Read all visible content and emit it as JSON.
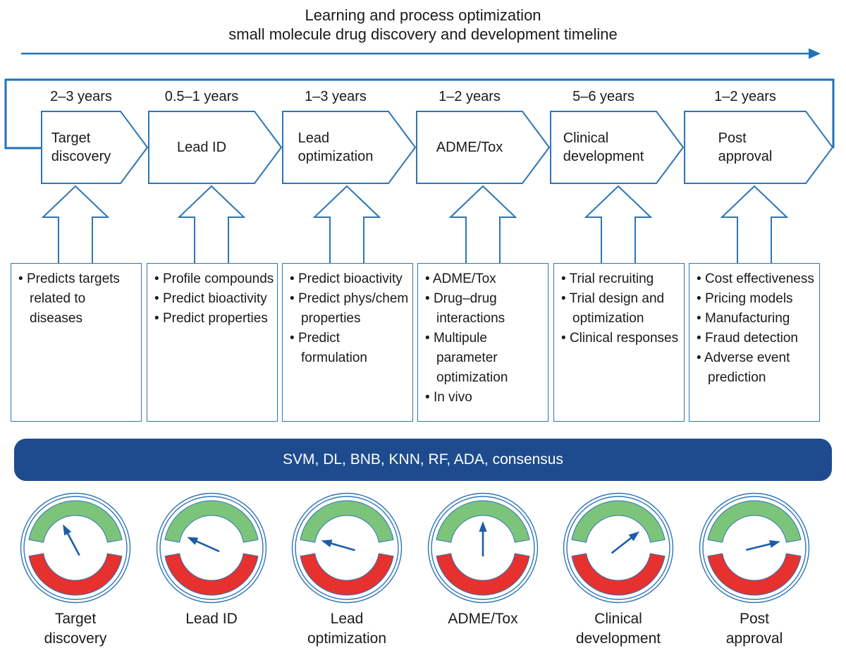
{
  "title": {
    "line1": "Learning and process optimization",
    "line2": "small molecule drug discovery and development timeline"
  },
  "stages": [
    {
      "duration": "2–3 years",
      "name": "Target\ndiscovery",
      "bullets": [
        "Predicts targets related to diseases"
      ],
      "needle_angle_deg": 118
    },
    {
      "duration": "0.5–1 years",
      "name": "Lead ID",
      "bullets": [
        "Profile compounds",
        "Predict bioactivity",
        "Predict properties"
      ],
      "needle_angle_deg": 156
    },
    {
      "duration": "1–3 years",
      "name": "Lead\noptimization",
      "bullets": [
        "Predict bioactivity",
        "Predict phys/chem properties",
        "Predict formulation"
      ],
      "needle_angle_deg": 164
    },
    {
      "duration": "1–2 years",
      "name": "ADME/Tox",
      "bullets": [
        "ADME/Tox",
        "Drug–drug interactions",
        "Multipule parameter optimization",
        "In vivo"
      ],
      "needle_angle_deg": 90
    },
    {
      "duration": "5–6 years",
      "name": "Clinical\ndevelopment",
      "bullets": [
        "Trial recruiting",
        "Trial design and optimization",
        "Clinical responses"
      ],
      "needle_angle_deg": 38
    },
    {
      "duration": "1–2 years",
      "name": "Post\napproval",
      "bullets": [
        "Cost effectiveness",
        "Pricing models",
        "Manufacturing",
        "Fraud detection",
        "Adverse event prediction"
      ],
      "needle_angle_deg": 14
    }
  ],
  "ml_bar": {
    "label": "SVM, DL, BNB, KNN, RF, ADA, consensus"
  },
  "colors": {
    "blue": "#2e75b6",
    "loop": "#1e72b8",
    "bar": "#1e4b8d",
    "green": "#7cc47a",
    "red": "#e6312e",
    "needle": "#1d5ca9",
    "ink": "#1a1a1a"
  }
}
